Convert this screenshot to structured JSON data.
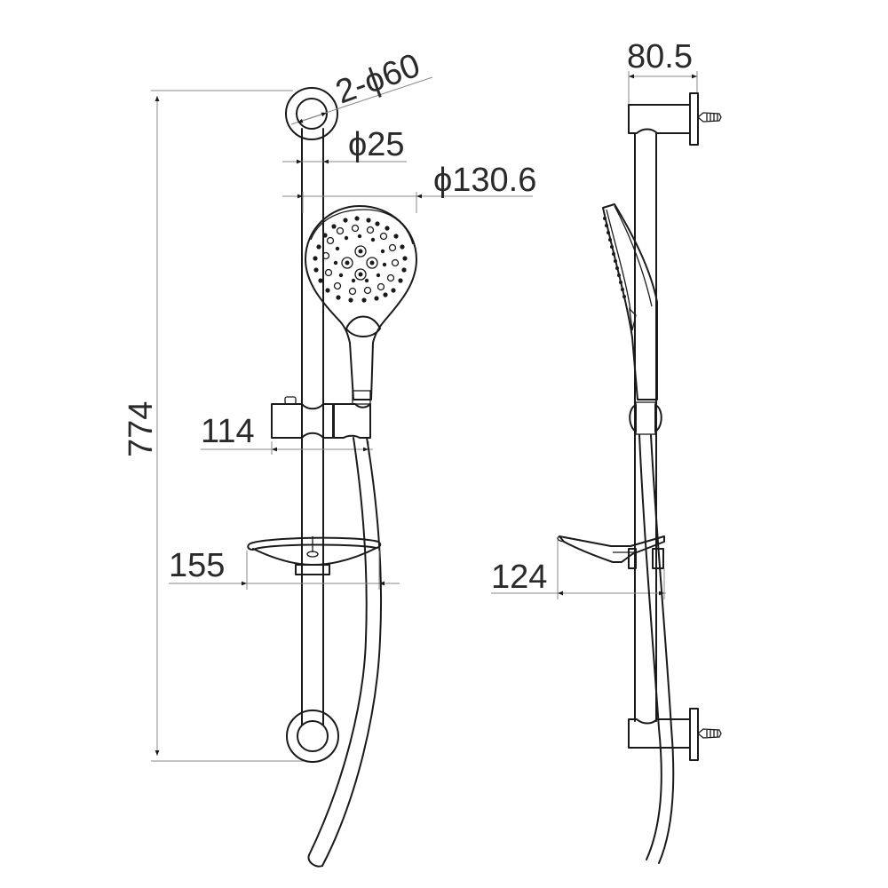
{
  "drawing": {
    "title": "Shower rail set dimension drawing",
    "views": [
      "front-view",
      "side-view"
    ],
    "line_color": "#1a1a1a",
    "dimension_line_color": "#8a8a8a",
    "background": "#ffffff"
  },
  "front_view": {
    "dimensions": {
      "overall_height": "774",
      "wall_bracket_diameter": "2-ϕ60",
      "rail_diameter": "ϕ25",
      "head_diameter": "ϕ130.6",
      "slider_projection": "114",
      "soap_dish_width": "155"
    }
  },
  "side_view": {
    "dimensions": {
      "bracket_projection": "80.5",
      "soap_dish_projection": "124"
    }
  }
}
